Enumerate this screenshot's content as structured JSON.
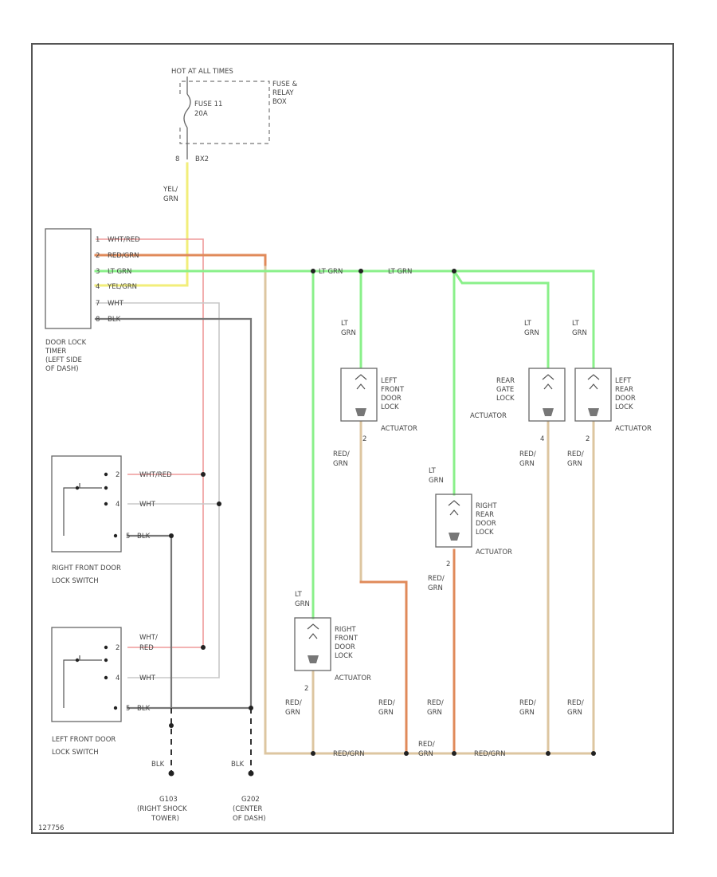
{
  "colors": {
    "yel_grn": "#f2ee7a",
    "red_grn": "#e08a5a",
    "red_grn_light": "#ddc6a0",
    "lt_grn": "#8af08a",
    "wht_red": "#ef9a9a",
    "wht": "#c8c8c8",
    "blk": "#555555"
  },
  "power": {
    "title": "HOT AT ALL TIMES",
    "fuse": [
      "FUSE 11",
      "20A"
    ],
    "fuse_box": [
      "FUSE &",
      "RELAY",
      "BOX"
    ],
    "connector": [
      "8",
      "BX2"
    ],
    "feed_wire": [
      "YEL/",
      "GRN"
    ]
  },
  "timer": {
    "label": [
      "DOOR LOCK",
      "TIMER",
      "(LEFT SIDE",
      "OF DASH)"
    ],
    "pins": [
      {
        "num": "1",
        "wire": "WHT/RED"
      },
      {
        "num": "2",
        "wire": "RED/GRN"
      },
      {
        "num": "3",
        "wire": "LT GRN"
      },
      {
        "num": "4",
        "wire": "YEL/GRN"
      },
      {
        "num": "7",
        "wire": "WHT"
      },
      {
        "num": "8",
        "wire": "BLK"
      }
    ]
  },
  "bus_labels": [
    "LT GRN",
    "LT GRN"
  ],
  "actuators": {
    "lf": {
      "label": [
        "LEFT",
        "FRONT",
        "DOOR",
        "LOCK",
        "ACTUATOR"
      ],
      "in_wire": [
        "LT",
        "GRN"
      ],
      "pin": "2",
      "out_wire": [
        "RED/",
        "GRN"
      ]
    },
    "rg": {
      "label": [
        "REAR",
        "GATE",
        "LOCK",
        "ACTUATOR"
      ],
      "in_wire": [
        "LT",
        "GRN"
      ],
      "pin": "4",
      "out_wire": [
        "RED/",
        "GRN"
      ]
    },
    "lr": {
      "label": [
        "LEFT",
        "REAR",
        "DOOR",
        "LOCK",
        "ACTUATOR"
      ],
      "in_wire": [
        "LT",
        "GRN"
      ],
      "pin": "2",
      "out_wire": [
        "RED/",
        "GRN"
      ]
    },
    "rr": {
      "label": [
        "RIGHT",
        "REAR",
        "DOOR",
        "LOCK",
        "ACTUATOR"
      ],
      "in_wire": [
        "LT",
        "GRN"
      ],
      "pin": "2",
      "out_wire": [
        "RED/",
        "GRN"
      ]
    },
    "rf": {
      "label": [
        "RIGHT",
        "FRONT",
        "DOOR",
        "LOCK",
        "ACTUATOR"
      ],
      "in_wire": [
        "LT",
        "GRN"
      ],
      "pin": "2",
      "out_wire": [
        "RED/",
        "GRN"
      ]
    },
    "lf_actuator_near": [
      "LT",
      "GRN"
    ]
  },
  "switches": {
    "right": {
      "label": [
        "RIGHT FRONT DOOR",
        "LOCK SWITCH"
      ],
      "pins": [
        {
          "num": "2",
          "wire": "WHT/RED"
        },
        {
          "num": "4",
          "wire": "WHT"
        },
        {
          "num": "5",
          "wire": "BLK"
        }
      ]
    },
    "left": {
      "label": [
        "LEFT FRONT DOOR",
        "LOCK SWITCH"
      ],
      "pins": [
        {
          "num": "2",
          "wire": [
            "WHT/",
            "RED"
          ]
        },
        {
          "num": "4",
          "wire": "WHT"
        },
        {
          "num": "5",
          "wire": "BLK"
        }
      ]
    }
  },
  "bottom_wires": {
    "red_grn_left": [
      "RED/",
      "GRN"
    ],
    "red_grn_mid": [
      "RED/",
      "GRN"
    ],
    "red_grn_rr": [
      "RED/",
      "GRN"
    ],
    "red_grn_rg": [
      "RED/",
      "GRN"
    ],
    "red_grn_lr": [
      "RED/",
      "GRN"
    ],
    "bus_1": "RED/GRN",
    "bus_junction": [
      "RED/",
      "GRN"
    ],
    "bus_2": "RED/GRN"
  },
  "grounds": {
    "g1": {
      "wire": "BLK",
      "label": [
        "G103",
        "(RIGHT SHOCK",
        "TOWER)"
      ]
    },
    "g2": {
      "wire": "BLK",
      "label": [
        "G202",
        "(CENTER",
        "OF DASH)"
      ]
    }
  },
  "footer_code": "127756"
}
